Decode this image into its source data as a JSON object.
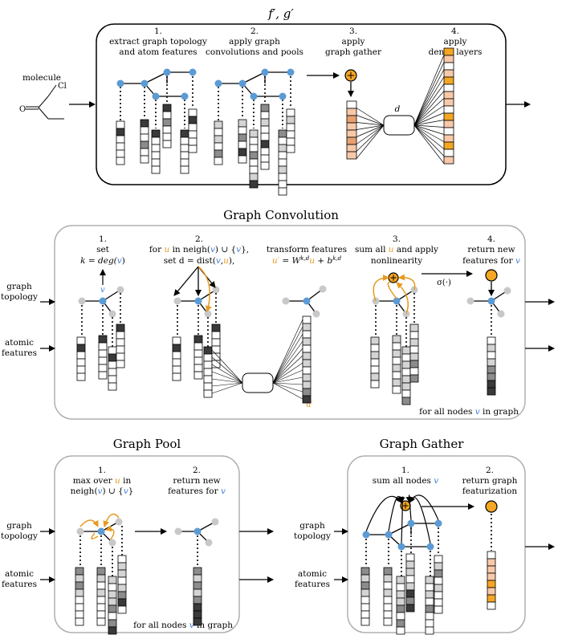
{
  "colors": {
    "node_blue": "#5b9bd5",
    "node_gray": "#c8c8c8",
    "accent_orange": "#f5a623",
    "text_blue": "#3b7dd8",
    "text_orange": "#e69a1f",
    "panel_border": "#000000",
    "panel_border_gray": "#b0b0b0"
  },
  "icons": [
    "plus-node-icon",
    "feature-vector-icon",
    "arrow-icon"
  ],
  "top": {
    "title": "f′, g′",
    "input_label": "molecule",
    "atom_label": "Cl",
    "oxygen_label": "O",
    "steps": [
      {
        "num": "1.",
        "line1": "extract graph topology",
        "line2": "and atom features"
      },
      {
        "num": "2.",
        "line1": "apply graph",
        "line2": "convolutions and pools"
      },
      {
        "num": "3.",
        "line1": "apply",
        "line2": "graph gather"
      },
      {
        "num": "4.",
        "line1": "apply",
        "line2": "dense layers"
      }
    ],
    "d_label": "d"
  },
  "conv": {
    "title": "Graph Convolution",
    "row1": [
      "graph",
      "topology"
    ],
    "row2": [
      "atomic",
      "features"
    ],
    "s1": {
      "num": "1.",
      "l1": "set",
      "l2a": "k = deg(",
      "l2b": "v",
      "l2c": ")"
    },
    "s2": {
      "num": "2.",
      "l1a": "for ",
      "l1b": "u",
      "l1c": " in neigh(",
      "l1d": "v",
      "l1e": ") ∪ {",
      "l1f": "v",
      "l1g": "},",
      "l2a": "set d = dist(",
      "l2b": "v",
      "l2c": ",",
      "l2d": "u",
      "l2e": "),"
    },
    "s3": {
      "l1": "transform features",
      "l2a": "u′",
      "l2b": " = W",
      "l2c": "k,d",
      "l2d": "u",
      "l2e": " + b",
      "l2f": "k,d"
    },
    "s4": {
      "num": "3.",
      "l1a": "sum all ",
      "l1b": "u",
      "l1c": " and apply",
      "l2": "nonlinearity"
    },
    "s5": {
      "num": "4.",
      "l1": "return new",
      "l2a": "features for ",
      "l2b": "v"
    },
    "v_label": "v",
    "u_label": "u",
    "uprime_label": "u′",
    "sigma": "σ(·)",
    "footer_a": "for all nodes ",
    "footer_b": "v",
    "footer_c": " in graph"
  },
  "pool": {
    "title": "Graph Pool",
    "row1": [
      "graph",
      "topology"
    ],
    "row2": [
      "atomic",
      "features"
    ],
    "s1": {
      "num": "1.",
      "l1a": "max over ",
      "l1b": "u",
      "l1c": " in",
      "l2a": "neigh(",
      "l2b": "v",
      "l2c": ") ∪ {",
      "l2d": "v",
      "l2e": "}"
    },
    "s2": {
      "num": "2.",
      "l1": "return new",
      "l2a": "features for ",
      "l2b": "v"
    },
    "footer_a": "for all nodes ",
    "footer_b": "v",
    "footer_c": " in graph"
  },
  "gather": {
    "title": "Graph Gather",
    "row1": [
      "graph",
      "topology"
    ],
    "row2": [
      "atomic",
      "features"
    ],
    "s1": {
      "num": "1.",
      "l1a": "sum all nodes ",
      "l1b": "v"
    },
    "s2": {
      "num": "2.",
      "l1": "return graph",
      "l2": "featurization"
    }
  }
}
